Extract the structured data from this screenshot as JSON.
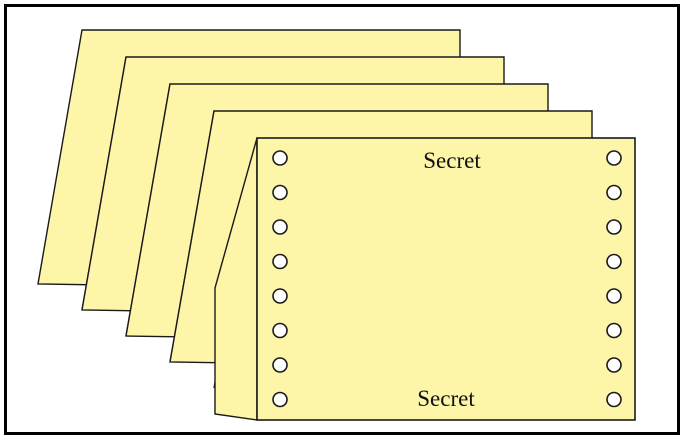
{
  "diagram": {
    "label_top": "Secret",
    "label_bottom": "Secret",
    "sheet_count": 5,
    "holes_per_side": 8,
    "colors": {
      "paper": "#fdf6a8",
      "outline": "#1a1a1a",
      "hole_fill": "#ffffff",
      "frame": "#000000"
    }
  }
}
